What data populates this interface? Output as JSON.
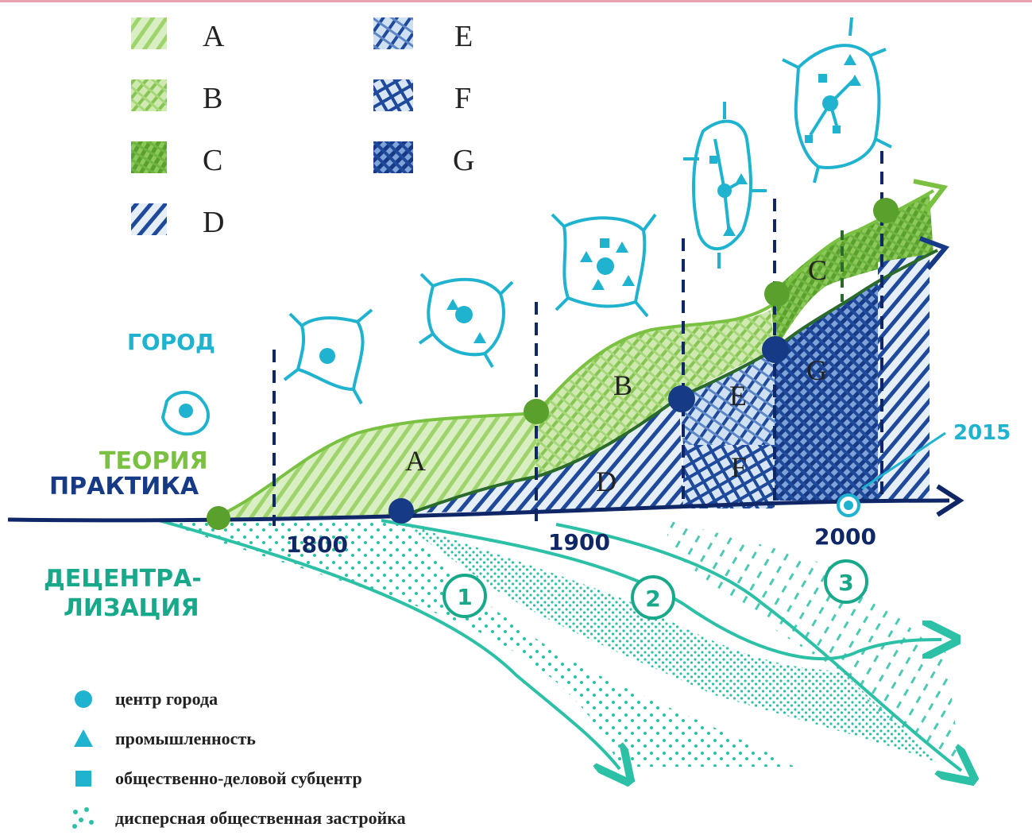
{
  "colors": {
    "light_green": "#9fd36b",
    "mid_green": "#7ac142",
    "dark_green": "#5aa02c",
    "navy": "#173a86",
    "dark_navy": "#0f2766",
    "cyan": "#1fb3cf",
    "teal": "#2cc0a6",
    "teal_dark": "#18a88a"
  },
  "legend_top": [
    {
      "key": "A",
      "pattern": "hatch-light-green"
    },
    {
      "key": "B",
      "pattern": "crosshatch-green"
    },
    {
      "key": "C",
      "pattern": "dense-green"
    },
    {
      "key": "D",
      "pattern": "hatch-navy"
    },
    {
      "key": "E",
      "pattern": "crosshatch-navy"
    },
    {
      "key": "F",
      "pattern": "grid-navy"
    },
    {
      "key": "G",
      "pattern": "dense-navy"
    }
  ],
  "left_labels": {
    "city": "ГОРОД",
    "theory": "ТЕОРИЯ",
    "practice": "ПРАКТИКА",
    "decentral_line1": "ДЕЦЕНТРА-",
    "decentral_line2": "ЛИЗАЦИЯ"
  },
  "axis": {
    "ticks": [
      "1800",
      "1900",
      "2000"
    ],
    "current_year": "2015"
  },
  "region_labels": [
    "A",
    "B",
    "C",
    "D",
    "E",
    "F",
    "G"
  ],
  "stages": [
    "1",
    "2",
    "3"
  ],
  "legend_bottom": [
    {
      "symbol": "circle-icon",
      "text": "центр города"
    },
    {
      "symbol": "triangle-icon",
      "text": "промышленность"
    },
    {
      "symbol": "square-icon",
      "text": "общественно-деловой субцентр"
    },
    {
      "symbol": "dots-icon",
      "text": "дисперсная общественная застройка"
    }
  ]
}
